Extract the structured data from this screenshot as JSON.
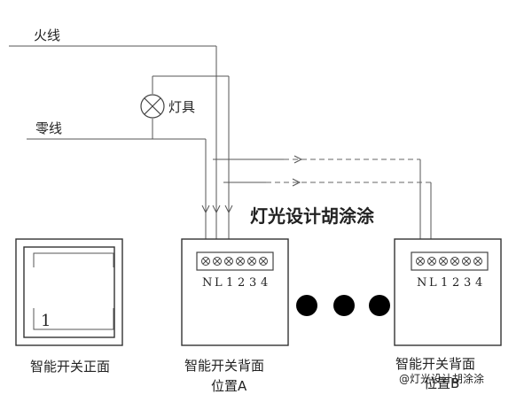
{
  "labels": {
    "live_wire": "火线",
    "neutral_wire": "零线",
    "lamp": "灯具",
    "watermark_center": "灯光设计胡涂涂",
    "front_number": "1",
    "front_caption": "智能开关正面",
    "terminal_labels": [
      "N",
      "L",
      "1",
      "2",
      "3",
      "4"
    ],
    "back_a_caption_1": "智能开关背面",
    "back_a_caption_2": "位置A",
    "back_b_caption_1": "智能开关背面",
    "back_b_caption_2": "位置B",
    "watermark_corner": "@灯光设计胡涂涂"
  }
}
